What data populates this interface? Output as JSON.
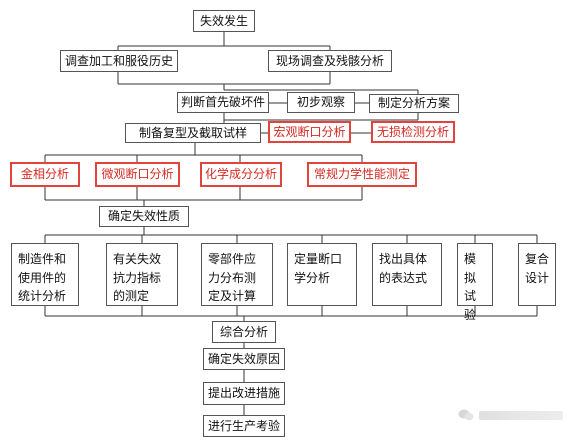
{
  "flow": {
    "start": "失效发生",
    "history": "调查加工和服役历史",
    "site": "现场调查及残骸分析",
    "first_fail": "判断首先破坏件",
    "preliminary": "初步观察",
    "plan": "制定分析方案",
    "specimen": "制备复型及截取试样",
    "macro": "宏观断口分析",
    "ndt": "无损检测分析",
    "metallography": "金相分析",
    "micro": "微观断口分析",
    "chemical": "化学成分分析",
    "mechanical": "常规力学性能测定",
    "nature": "确定失效性质",
    "stats": "制造件和使用件的统计分析",
    "resistance": "有关失效抗力指标的测定",
    "stress": "零部件应力分布测定及计算",
    "quant": "定量断口学分析",
    "expression": "找出具体的表达式",
    "simulate": "模拟试验",
    "composite": "复合设计",
    "comprehensive": "综合分析",
    "cause": "确定失效原因",
    "measures": "提出改进措施",
    "verify": "进行生产考验"
  }
}
